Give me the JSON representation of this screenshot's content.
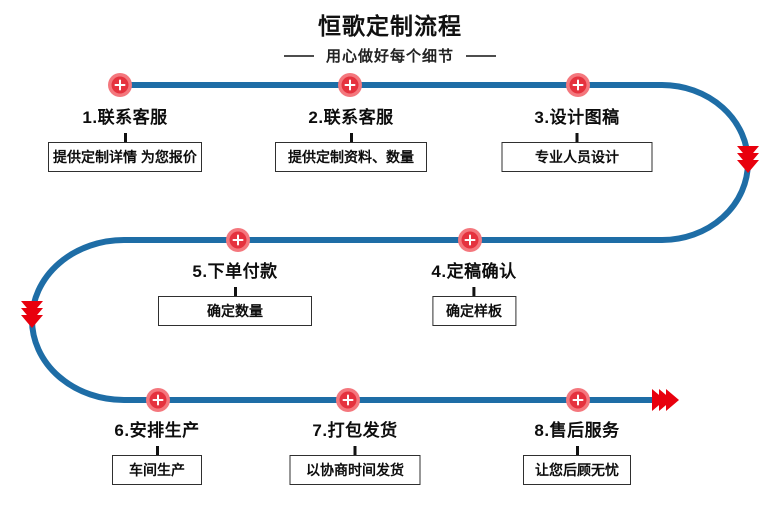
{
  "header": {
    "title": "恒歌定制流程",
    "subtitle": "用心做好每个细节"
  },
  "steps": [
    {
      "title": "1.联系客服",
      "note": "提供定制详情 为您报价"
    },
    {
      "title": "2.联系客服",
      "note": "提供定制资料、数量"
    },
    {
      "title": "3.设计图稿",
      "note": "专业人员设计"
    },
    {
      "title": "4.定稿确认",
      "note": "确定样板"
    },
    {
      "title": "5.下单付款",
      "note": "确定数量"
    },
    {
      "title": "6.安排生产",
      "note": "车间生产"
    },
    {
      "title": "7.打包发货",
      "note": "以协商时间发货"
    },
    {
      "title": "8.售后服务",
      "note": "让您后顾无忧"
    }
  ],
  "colors": {
    "path_blue": "#1e6da6",
    "node_red": "#e5323e",
    "node_ring": "#f4777d",
    "arrow_red": "#e8000d"
  }
}
